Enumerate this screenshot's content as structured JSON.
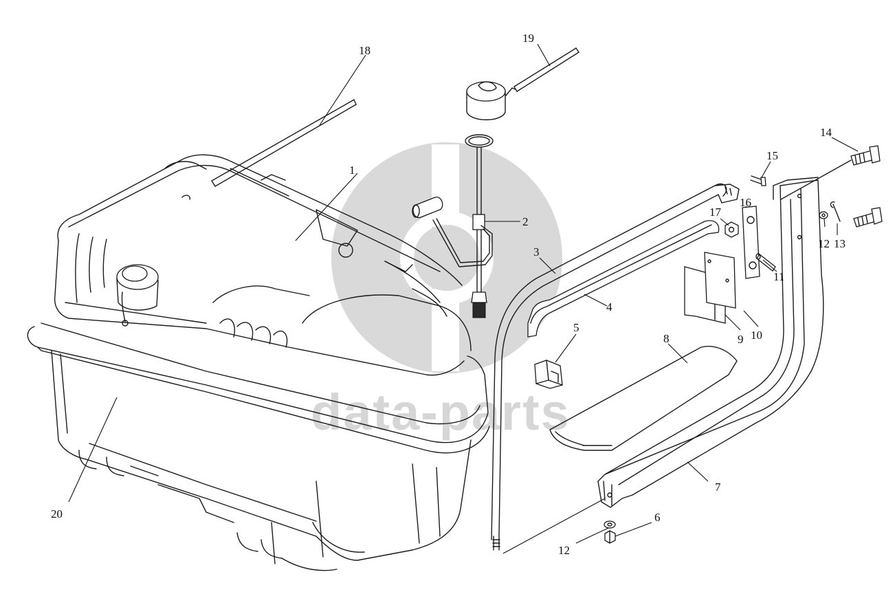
{
  "callouts": [
    {
      "id": "c1",
      "label": "1"
    },
    {
      "id": "c2",
      "label": "2"
    },
    {
      "id": "c3",
      "label": "3"
    },
    {
      "id": "c4",
      "label": "4"
    },
    {
      "id": "c5",
      "label": "5"
    },
    {
      "id": "c6",
      "label": "6"
    },
    {
      "id": "c7",
      "label": "7"
    },
    {
      "id": "c8",
      "label": "8"
    },
    {
      "id": "c9",
      "label": "9"
    },
    {
      "id": "c10",
      "label": "10"
    },
    {
      "id": "c11",
      "label": "11"
    },
    {
      "id": "c12a",
      "label": "12"
    },
    {
      "id": "c12b",
      "label": "12"
    },
    {
      "id": "c13",
      "label": "13"
    },
    {
      "id": "c14",
      "label": "14"
    },
    {
      "id": "c15",
      "label": "15"
    },
    {
      "id": "c16",
      "label": "16"
    },
    {
      "id": "c17",
      "label": "17"
    },
    {
      "id": "c18",
      "label": "18"
    },
    {
      "id": "c19",
      "label": "19"
    },
    {
      "id": "c20",
      "label": "20"
    }
  ],
  "watermark": {
    "text": "data-parts",
    "color": "#d6d6d6"
  },
  "colors": {
    "line": "#1a1a1a",
    "background": "#ffffff"
  }
}
